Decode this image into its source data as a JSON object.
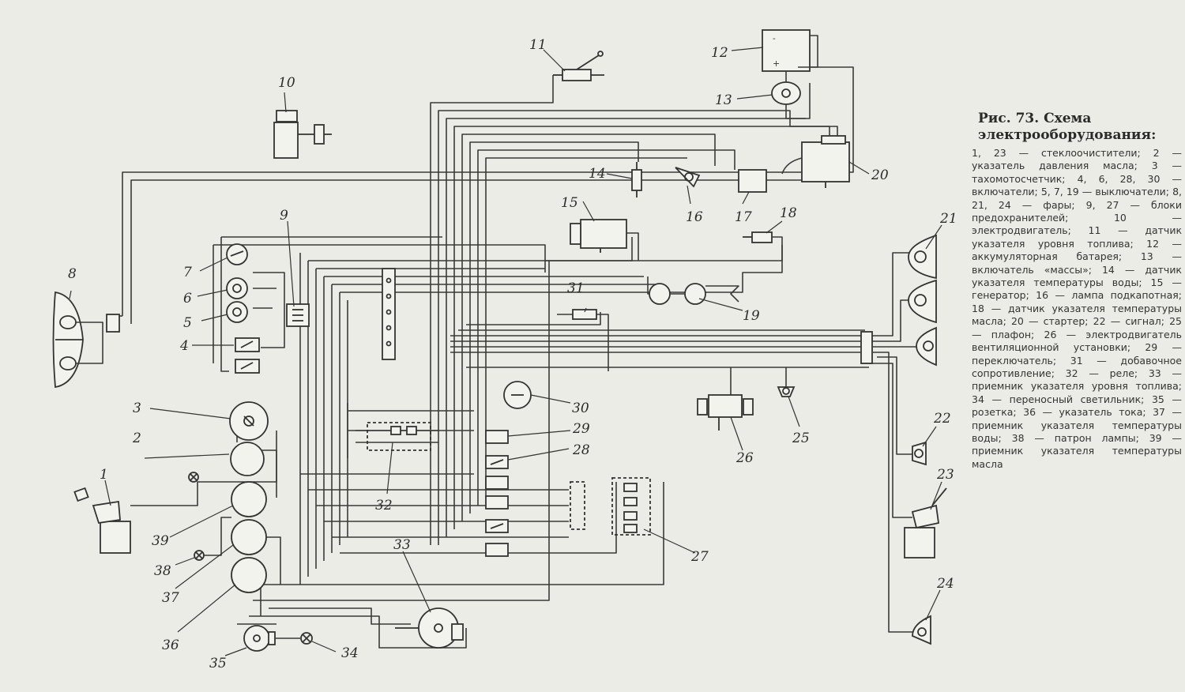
{
  "caption": {
    "title": "Рис. 73. Схема электрооборудования:",
    "legend": "1, 23 — стеклоочистители; 2 — указатель давления масла; 3 — тахомотосчетчик; 4, 6, 28, 30 — включатели; 5, 7, 19 — выключатели; 8, 21, 24 — фары; 9, 27 — блоки предохранителей; 10 — электродвигатель; 11 — датчик указателя уровня топлива; 12 — аккумуляторная батарея; 13 — включатель «массы»; 14 — датчик указателя температуры воды; 15 — генератор; 16 — лампа подкапотная; 18 — датчик указателя температуры масла; 20 — стартер; 22 — сигнал; 25 — плафон; 26 — электродвигатель вентиляционной установки; 29 — переключатель; 31 — добавочное сопротивление; 32 — реле; 33 — приемник указателя уровня топлива; 34 — переносный светильник; 35 — розетка; 36 — указатель тока; 37 — приемник указателя температуры воды; 38 — патрон лампы; 39 — приемник указателя температуры масла"
  },
  "labels": {
    "n1": "1",
    "n2": "2",
    "n3": "3",
    "n4": "4",
    "n5": "5",
    "n6": "6",
    "n7": "7",
    "n8": "8",
    "n9": "9",
    "n10": "10",
    "n11": "11",
    "n12": "12",
    "n13": "13",
    "n14": "14",
    "n15": "15",
    "n16": "16",
    "n17": "17",
    "n18": "18",
    "n19": "19",
    "n20": "20",
    "n21": "21",
    "n22": "22",
    "n23": "23",
    "n24": "24",
    "n25": "25",
    "n26": "26",
    "n27": "27",
    "n28": "28",
    "n29": "29",
    "n30": "30",
    "n31": "31",
    "n32": "32",
    "n33": "33",
    "n34": "34",
    "n35": "35",
    "n36": "36",
    "n37": "37",
    "n38": "38",
    "n39": "39"
  }
}
